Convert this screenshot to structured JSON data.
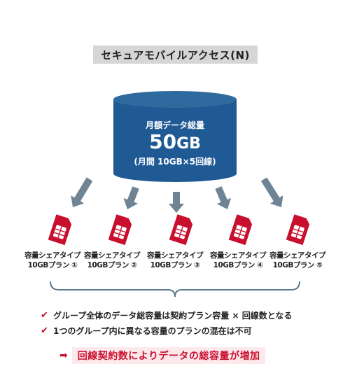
{
  "title": "セキュアモバイルアクセス(N)",
  "storage": {
    "label": "月額データ総量",
    "value": "50",
    "unit": "GB",
    "sub": "(月間 10GB×5回線)"
  },
  "plans": [
    {
      "line1": "容量シェアタイプ",
      "line2": "10GBプラン ①"
    },
    {
      "line1": "容量シェアタイプ",
      "line2": "10GBプラン ②"
    },
    {
      "line1": "容量シェアタイプ",
      "line2": "10GBプラン ③"
    },
    {
      "line1": "容量シェアタイプ",
      "line2": "10GBプラン ④"
    },
    {
      "line1": "容量シェアタイプ",
      "line2": "10GBプラン ⑤"
    }
  ],
  "bullets": [
    "グループ全体のデータ総容量は契約プラン容量 × 回線数となる",
    "1つのグループ内に異なる容量のプランの混在は不可"
  ],
  "conclusion": "回線契約数によりデータの総容量が増加",
  "icons": {
    "check": "✔",
    "arrow": "➡"
  },
  "colors": {
    "cylinder_top": "#2f6a9e",
    "cylinder_body": "#1f5a94",
    "arrow": "#6e8394",
    "sim": "#c8102e",
    "brace": "#5b7a8f"
  }
}
